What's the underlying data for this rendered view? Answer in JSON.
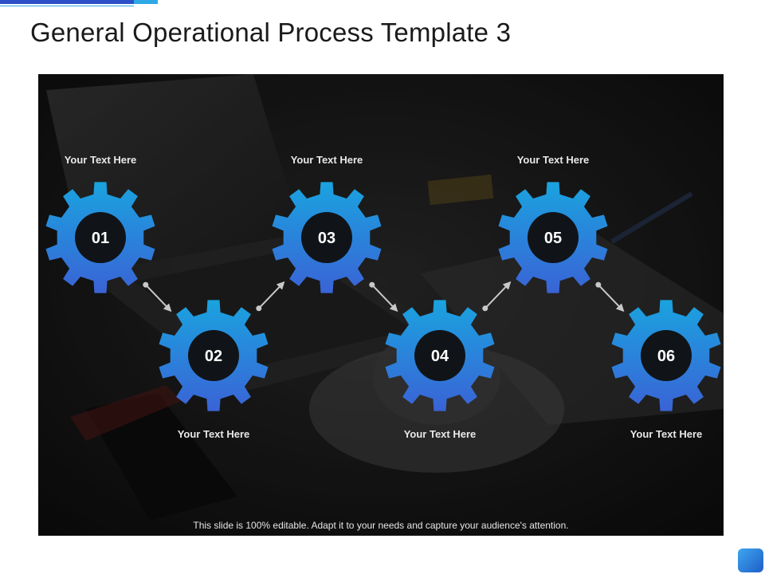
{
  "title": "General Operational Process Template 3",
  "footer_note": "This slide is 100% editable. Adapt it to your needs and capture your audience's attention.",
  "colors": {
    "gear_top": "#1aa3df",
    "gear_bottom": "#3a63d6",
    "gear_hole": "#101418",
    "arrow": "#c8c8c8",
    "accent_dark": "#2b50c8",
    "accent_light": "#2fa8e6"
  },
  "steps": [
    {
      "number": "01",
      "label": "Your Text Here",
      "label_position": "above"
    },
    {
      "number": "02",
      "label": "Your Text Here",
      "label_position": "below"
    },
    {
      "number": "03",
      "label": "Your Text Here",
      "label_position": "above"
    },
    {
      "number": "04",
      "label": "Your Text Here",
      "label_position": "below"
    },
    {
      "number": "05",
      "label": "Your Text Here",
      "label_position": "above"
    },
    {
      "number": "06",
      "label": "Your Text Here",
      "label_position": "below"
    }
  ]
}
